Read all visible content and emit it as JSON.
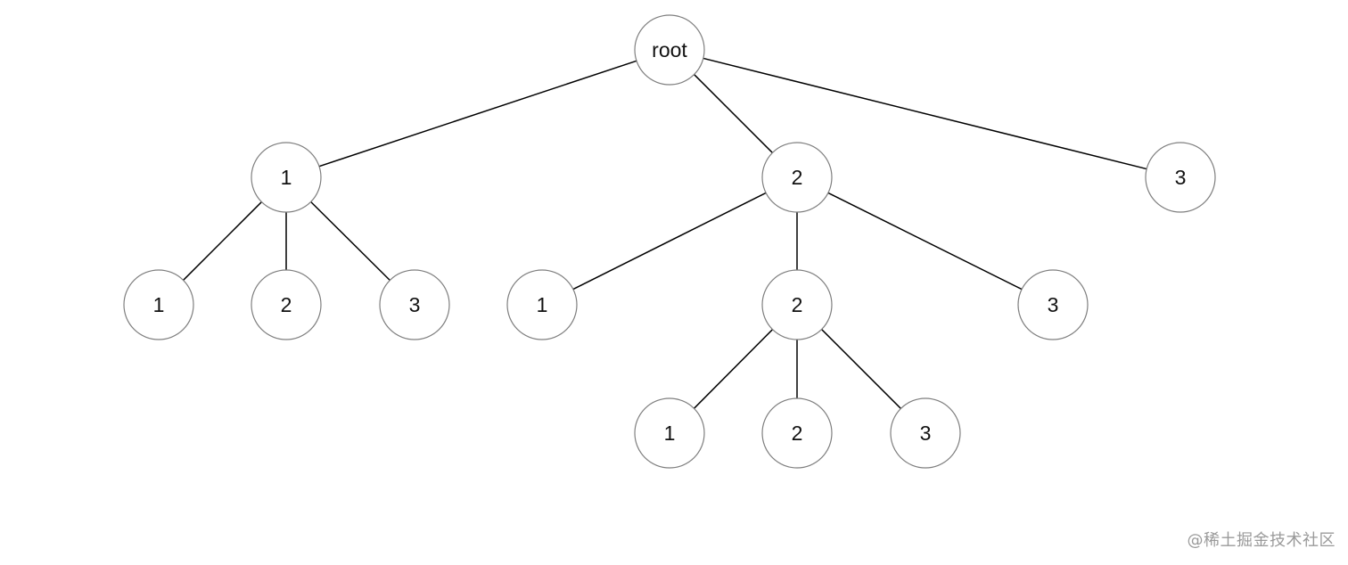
{
  "tree": {
    "nodes": [
      {
        "id": "root",
        "label": "root"
      },
      {
        "id": "n1",
        "label": "1"
      },
      {
        "id": "n2",
        "label": "2"
      },
      {
        "id": "n3",
        "label": "3"
      },
      {
        "id": "n1_1",
        "label": "1"
      },
      {
        "id": "n1_2",
        "label": "2"
      },
      {
        "id": "n1_3",
        "label": "3"
      },
      {
        "id": "n2_1",
        "label": "1"
      },
      {
        "id": "n2_2",
        "label": "2"
      },
      {
        "id": "n2_3",
        "label": "3"
      },
      {
        "id": "n2_2_1",
        "label": "1"
      },
      {
        "id": "n2_2_2",
        "label": "2"
      },
      {
        "id": "n2_2_3",
        "label": "3"
      }
    ],
    "edges": [
      {
        "from": "root",
        "to": "n1"
      },
      {
        "from": "root",
        "to": "n2"
      },
      {
        "from": "root",
        "to": "n3"
      },
      {
        "from": "n1",
        "to": "n1_1"
      },
      {
        "from": "n1",
        "to": "n1_2"
      },
      {
        "from": "n1",
        "to": "n1_3"
      },
      {
        "from": "n2",
        "to": "n2_1"
      },
      {
        "from": "n2",
        "to": "n2_2"
      },
      {
        "from": "n2",
        "to": "n2_3"
      },
      {
        "from": "n2_2",
        "to": "n2_2_1"
      },
      {
        "from": "n2_2",
        "to": "n2_2_2"
      },
      {
        "from": "n2_2",
        "to": "n2_2_3"
      }
    ]
  },
  "watermark": "@稀土掘金技术社区"
}
